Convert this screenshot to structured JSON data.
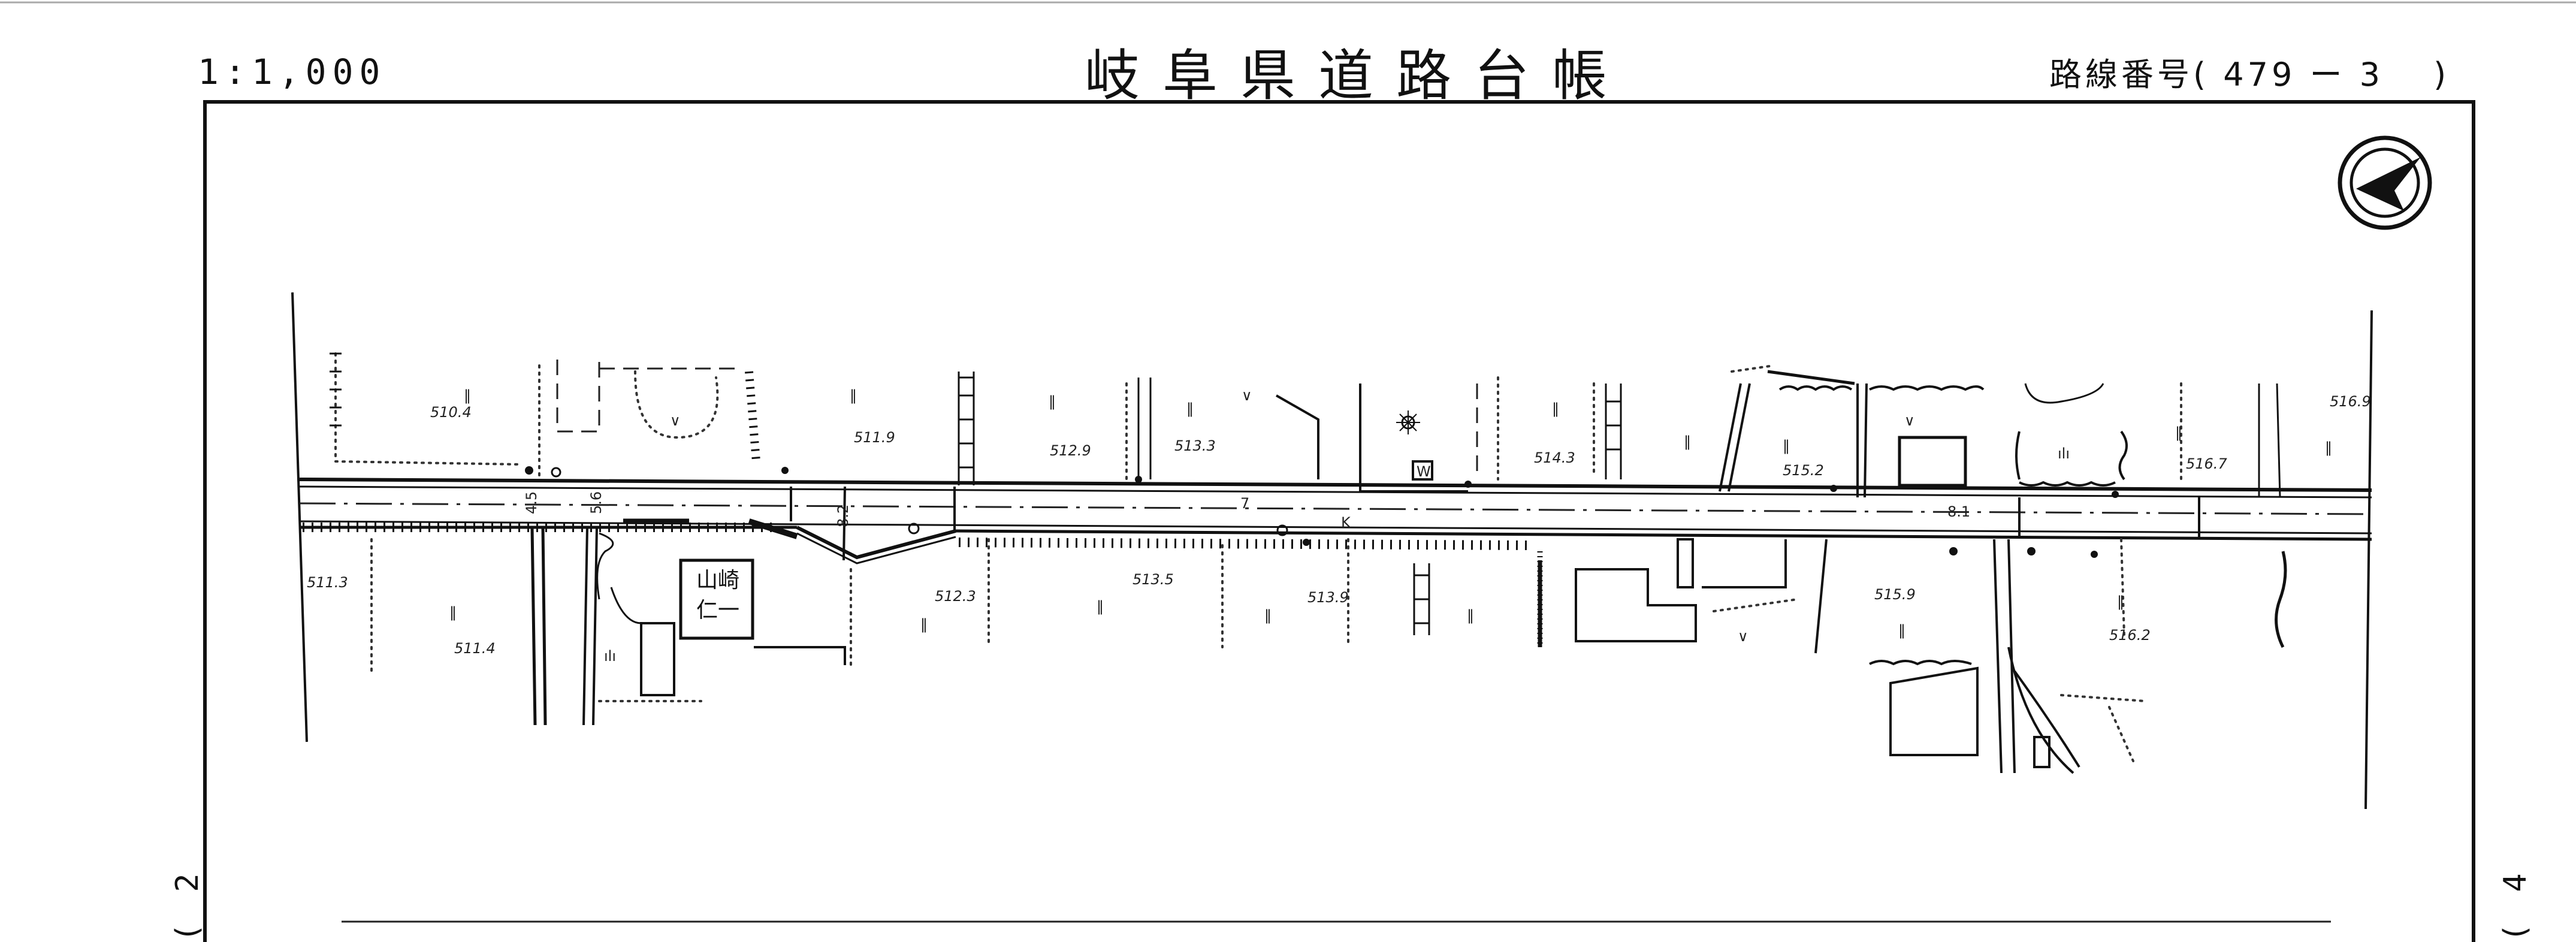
{
  "header": {
    "scale": "1:1,000",
    "title": "岐阜県道路台帳",
    "route_number": "路線番号( 479 ー 3　 )"
  },
  "sheet_refs": {
    "left": "(　2",
    "right": "(　4"
  },
  "icons": {
    "north_arrow": "north-arrow-icon",
    "water_symbol": "W",
    "shrine_symbol": "sun-shrine-icon"
  },
  "map": {
    "elevations": [
      {
        "id": "e1",
        "text": "510.4"
      },
      {
        "id": "e2",
        "text": "511.9"
      },
      {
        "id": "e3",
        "text": "512.9"
      },
      {
        "id": "e4",
        "text": "513.3"
      },
      {
        "id": "e5",
        "text": "514.3"
      },
      {
        "id": "e6",
        "text": "515.2"
      },
      {
        "id": "e7",
        "text": "516.7"
      },
      {
        "id": "e8",
        "text": "516.9"
      },
      {
        "id": "e9",
        "text": "511.3"
      },
      {
        "id": "e10",
        "text": "511.4"
      },
      {
        "id": "e11",
        "text": "512.3"
      },
      {
        "id": "e12",
        "text": "513.5"
      },
      {
        "id": "e13",
        "text": "513.9"
      },
      {
        "id": "e14",
        "text": "515.9"
      },
      {
        "id": "e15",
        "text": "516.2"
      }
    ],
    "road_widths": [
      {
        "id": "w1",
        "text": "4.5"
      },
      {
        "id": "w2",
        "text": "5.6"
      },
      {
        "id": "w3",
        "text": "8.2"
      },
      {
        "id": "w4",
        "text": "7"
      },
      {
        "id": "w5",
        "text": "8.1"
      }
    ],
    "road_marker": "K",
    "building_owner": [
      "山崎",
      "仁一"
    ]
  }
}
